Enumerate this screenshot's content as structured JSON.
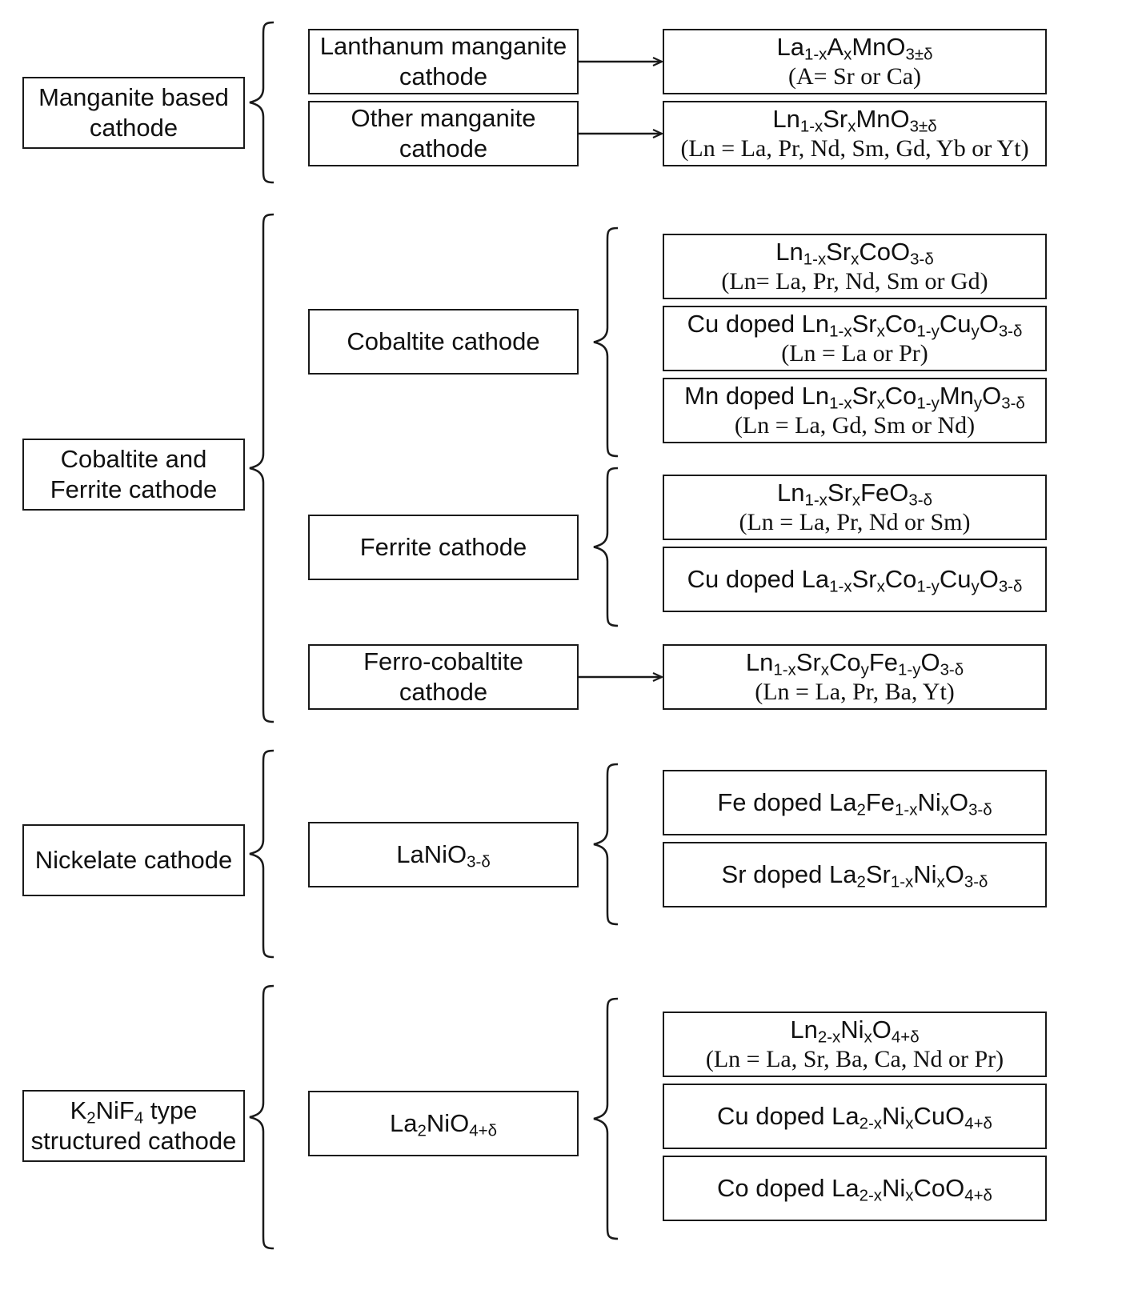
{
  "groups": [
    {
      "label_lines": [
        "Manganite based",
        "cathode"
      ],
      "subcategories": [
        {
          "label_lines": [
            "Lanthanum manganite",
            "cathode"
          ],
          "formulas": [
            {
              "formula": "La<sub>1-x</sub>A<sub>x</sub>MnO<sub>3±δ</sub>",
              "note": "(A= Sr or Ca)"
            }
          ]
        },
        {
          "label_lines": [
            "Other manganite",
            "cathode"
          ],
          "formulas": [
            {
              "formula": "Ln<sub>1-x</sub>Sr<sub>x</sub>MnO<sub>3±δ</sub>",
              "note": "(Ln = La, Pr, Nd, Sm, Gd, Yb or Yt)"
            }
          ]
        }
      ]
    },
    {
      "label_lines": [
        "Cobaltite and",
        "Ferrite cathode"
      ],
      "subcategories": [
        {
          "label_lines": [
            "Cobaltite cathode"
          ],
          "formulas": [
            {
              "formula": "Ln<sub>1-x</sub>Sr<sub>x</sub>CoO<sub>3-δ</sub>",
              "note": "(Ln= La, Pr, Nd, Sm or Gd)"
            },
            {
              "formula": "Cu doped Ln<sub>1-x</sub>Sr<sub>x</sub>Co<sub>1-y</sub>Cu<sub>y</sub>O<sub>3-δ</sub>",
              "note": "(Ln = La or Pr)"
            },
            {
              "formula": "Mn doped Ln<sub>1-x</sub>Sr<sub>x</sub>Co<sub>1-y</sub>Mn<sub>y</sub>O<sub>3-δ</sub>",
              "note": "(Ln = La, Gd, Sm or Nd)"
            }
          ]
        },
        {
          "label_lines": [
            "Ferrite cathode"
          ],
          "formulas": [
            {
              "formula": "Ln<sub>1-x</sub>Sr<sub>x</sub>FeO<sub>3-δ</sub>",
              "note": "(Ln = La, Pr, Nd or Sm)"
            },
            {
              "formula": "Cu doped La<sub>1-x</sub>Sr<sub>x</sub>Co<sub>1-y</sub>Cu<sub>y</sub>O<sub>3-δ</sub>",
              "note": ""
            }
          ]
        },
        {
          "label_lines": [
            "Ferro-cobaltite",
            "cathode"
          ],
          "formulas": [
            {
              "formula": "Ln<sub>1-x</sub>Sr<sub>x</sub>Co<sub>y</sub>Fe<sub>1-y</sub>O<sub>3-δ</sub>",
              "note": "(Ln = La, Pr, Ba, Yt)"
            }
          ]
        }
      ]
    },
    {
      "label_lines": [
        "Nickelate cathode"
      ],
      "subcategories": [
        {
          "label_lines": [
            "LaNiO<sub>3-δ</sub>"
          ],
          "formulas": [
            {
              "formula": "Fe doped La<sub>2</sub>Fe<sub>1-x</sub>Ni<sub>x</sub>O<sub>3-δ</sub>",
              "note": ""
            },
            {
              "formula": "Sr doped La<sub>2</sub>Sr<sub>1-x</sub>Ni<sub>x</sub>O<sub>3-δ</sub>",
              "note": ""
            }
          ]
        }
      ]
    },
    {
      "label_lines": [
        "K<sub>2</sub>NiF<sub>4</sub> type",
        "structured cathode"
      ],
      "subcategories": [
        {
          "label_lines": [
            "La<sub>2</sub>NiO<sub>4+δ</sub>"
          ],
          "formulas": [
            {
              "formula": "Ln<sub>2-x</sub>Ni<sub>x</sub>O<sub>4+δ</sub>",
              "note": "(Ln = La, Sr, Ba, Ca, Nd or Pr)"
            },
            {
              "formula": "Cu doped La<sub>2-x</sub>Ni<sub>x</sub>CuO<sub>4+δ</sub>",
              "note": ""
            },
            {
              "formula": "Co doped La<sub>2-x</sub>Ni<sub>x</sub>CoO<sub>4+δ</sub>",
              "note": ""
            }
          ]
        }
      ]
    }
  ]
}
